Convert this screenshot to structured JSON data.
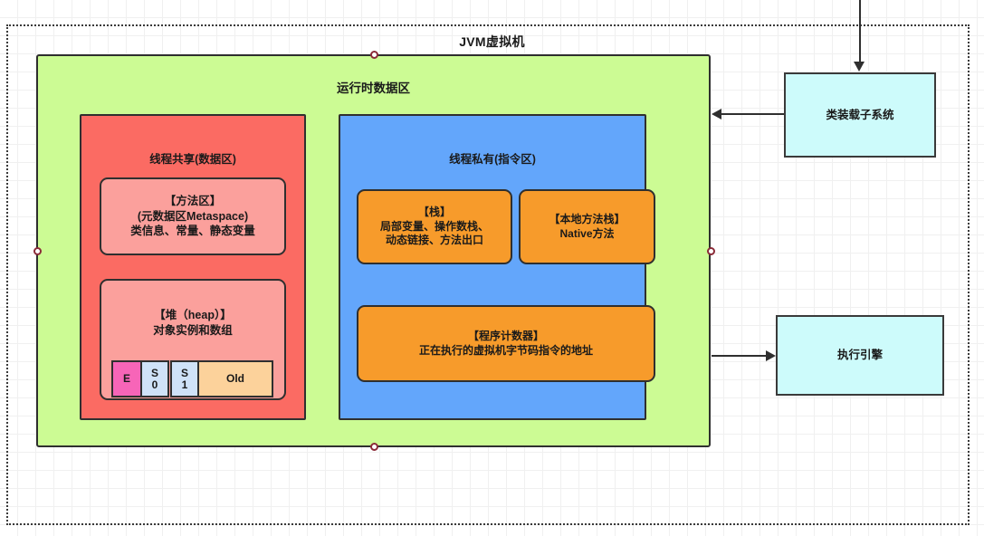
{
  "diagram": {
    "title": "JVM虚拟机",
    "runtime_area": {
      "label": "运行时数据区"
    },
    "thread_shared": {
      "label": "线程共享(数据区)",
      "method_area": "【方法区】\n(元数据区Metaspace)\n类信息、常量、静态变量",
      "heap": {
        "label": "【堆（heap）】\n对象实例和数组",
        "generations": [
          {
            "name": "eden",
            "text": "E",
            "color": "#f765b8"
          },
          {
            "name": "survivor-0",
            "text": "S\n0",
            "color": "#cfe2f8"
          },
          {
            "name": "survivor-1",
            "text": "S\n1",
            "color": "#cfe2f8"
          },
          {
            "name": "old",
            "text": "Old",
            "color": "#fcd29b"
          }
        ]
      }
    },
    "thread_private": {
      "label": "线程私有(指令区)",
      "stack": "【栈】\n局部变量、操作数栈、\n动态链接、方法出口",
      "native_stack": "【本地方法栈】\nNative方法",
      "program_counter": "【程序计数器】\n正在执行的虚拟机字节码指令的地址"
    },
    "class_loader": "类装载子系统",
    "execution_engine": "执行引擎",
    "colors": {
      "runtime_area": "#ccfb94",
      "thread_shared": "#fb6b63",
      "thread_private": "#63a6fb",
      "inner_pink": "#fba09c",
      "orange": "#f79b2b",
      "cyan": "#cdfbfb",
      "stroke": "#2f2f2f",
      "handle": "#8b2b38"
    }
  }
}
